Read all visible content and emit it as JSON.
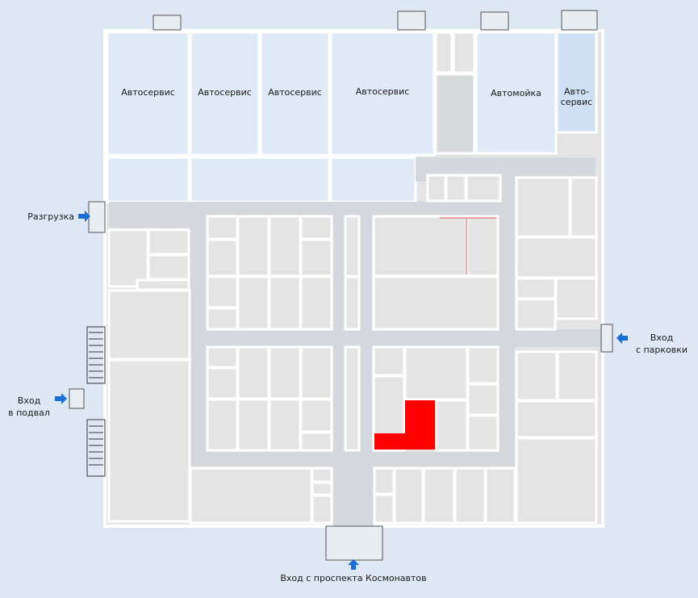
{
  "rooms_top": {
    "autoservice_1": "Автосервис",
    "autoservice_2": "Автосервис",
    "autoservice_3": "Автосервис",
    "autoservice_4": "Автосервис",
    "carwash": "Автомойка",
    "autoservice_small_line1": "Авто-",
    "autoservice_small_line2": "сервис"
  },
  "entrances": {
    "unloading": "Разгрузка",
    "parking_line1": "Вход",
    "parking_line2": "с парковки",
    "basement_line1": "Вход",
    "basement_line2": "в подвал",
    "main": "Вход с проспекта Космонавтов"
  },
  "colors": {
    "background": "#dde8f4",
    "building_fill": "#e4e4e4",
    "corridor": "#d4d8dd",
    "autoservice_fill": "#deeaf5",
    "highlight": "#ff0000",
    "arrow": "#1a6fd6",
    "wall": "#ffffff"
  },
  "icons": {
    "entrance_arrow": "arrow-icon",
    "highlighted_shop": "highlighted-unit"
  }
}
